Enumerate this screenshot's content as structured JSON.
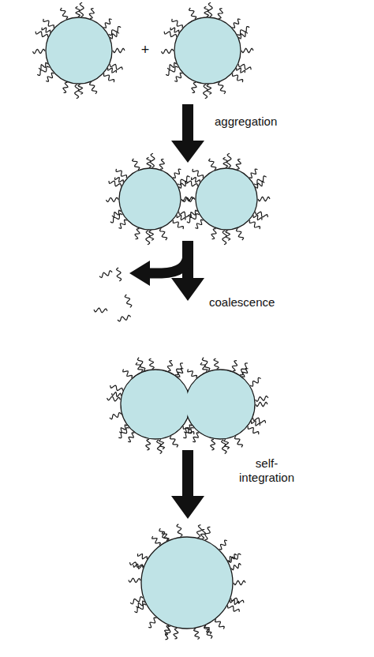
{
  "diagram": {
    "labels": [
      "+",
      "aggregation",
      "coalescence",
      "self- integration"
    ]
  }
}
